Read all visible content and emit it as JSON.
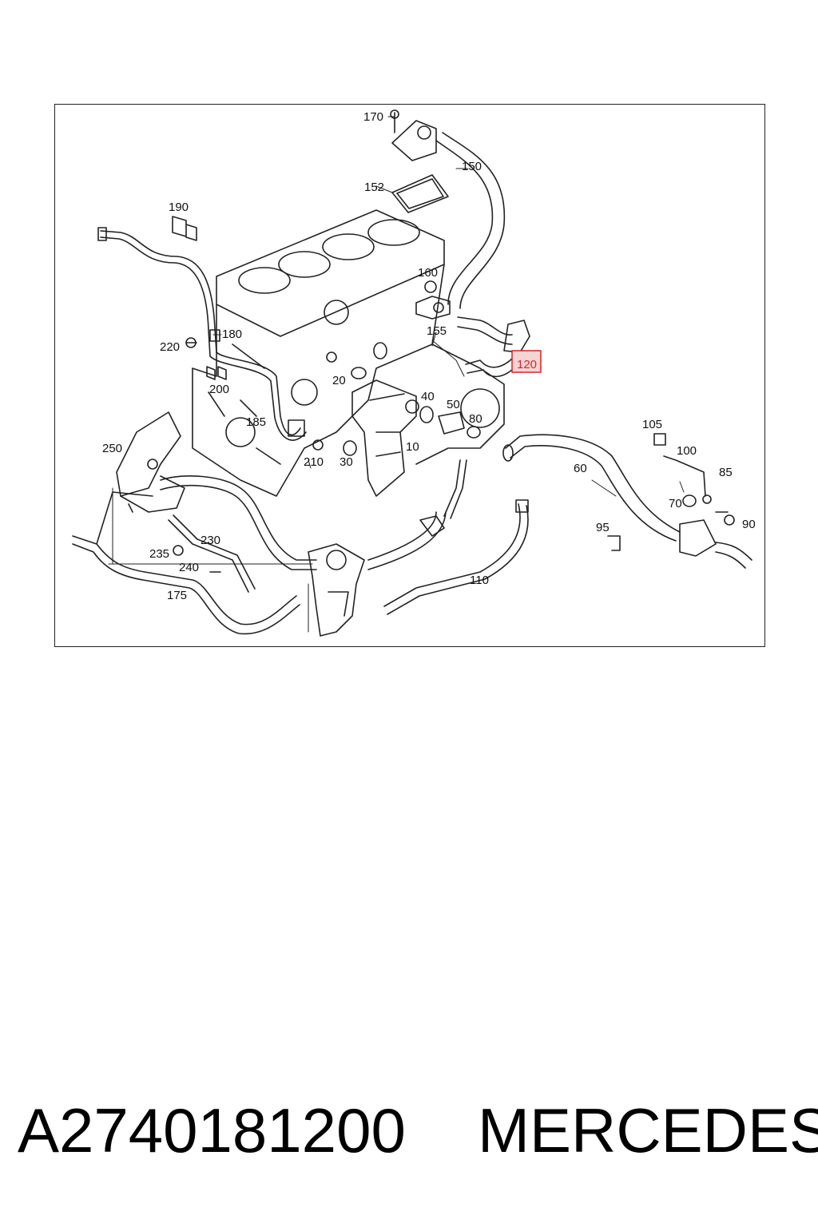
{
  "diagram": {
    "callouts": {
      "c170": "170",
      "c150": "150",
      "c152": "152",
      "c190": "190",
      "c160": "160",
      "c155": "155",
      "c120": "120",
      "c180": "180",
      "c220": "220",
      "c200": "200",
      "c20": "20",
      "c40": "40",
      "c50": "50",
      "c80": "80",
      "c185": "185",
      "c250": "250",
      "c210": "210",
      "c30": "30",
      "c10": "10",
      "c105": "105",
      "c100": "100",
      "c85": "85",
      "c60": "60",
      "c70": "70",
      "c90": "90",
      "c95": "95",
      "c230": "230",
      "c235": "235",
      "c240": "240",
      "c175": "175",
      "c110": "110"
    },
    "highlighted_callout": "120",
    "highlight_color": "#d22222",
    "line_color": "#222222"
  },
  "footer": {
    "part_number": "A2740181200",
    "brand": "MERCEDES"
  }
}
